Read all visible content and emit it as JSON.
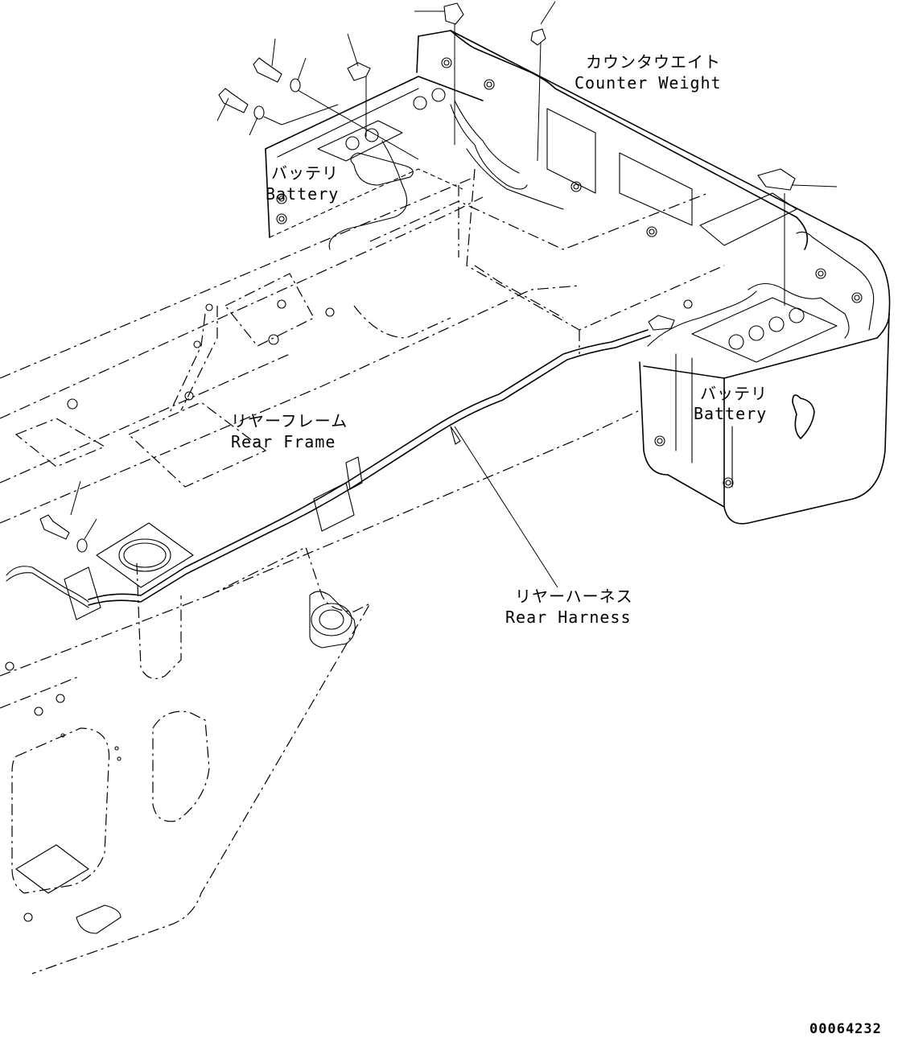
{
  "labels": {
    "counter_weight_jp": "カウンタウエイト",
    "counter_weight_en": "Counter Weight",
    "battery_left_jp": "バッテリ",
    "battery_left_en": "Battery",
    "battery_right_jp": "バッテリ",
    "battery_right_en": "Battery",
    "rear_frame_jp": "リヤーフレーム",
    "rear_frame_en": "Rear Frame",
    "rear_harness_jp": "リヤーハーネス",
    "rear_harness_en": "Rear Harness"
  },
  "drawing_number": "00064232"
}
